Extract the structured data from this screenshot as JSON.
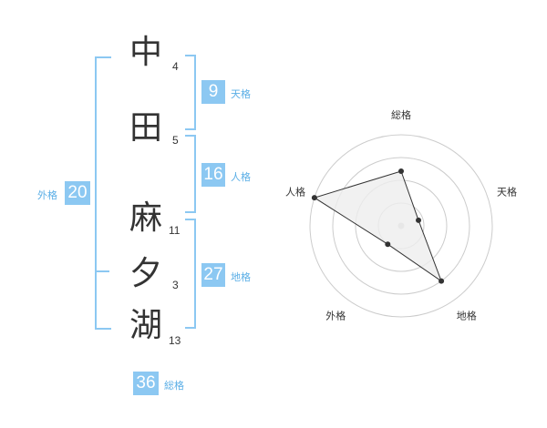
{
  "name": {
    "chars": [
      {
        "char": "中",
        "strokes": "4"
      },
      {
        "char": "田",
        "strokes": "5"
      },
      {
        "char": "麻",
        "strokes": "11"
      },
      {
        "char": "夕",
        "strokes": "3"
      },
      {
        "char": "湖",
        "strokes": "13"
      }
    ]
  },
  "fortunes": {
    "tenkaku": {
      "value": "9",
      "label": "天格"
    },
    "jinkaku": {
      "value": "16",
      "label": "人格"
    },
    "chikaku": {
      "value": "27",
      "label": "地格"
    },
    "gaikaku": {
      "value": "20",
      "label": "外格"
    },
    "soukaku": {
      "value": "36",
      "label": "総格"
    }
  },
  "chart_data": {
    "type": "radar",
    "axes": [
      "総格",
      "天格",
      "地格",
      "外格",
      "人格"
    ],
    "values": [
      0.6,
      0.2,
      0.75,
      0.25,
      1.0
    ],
    "colors": {
      "fill": "#eeeeee",
      "stroke": "#333333",
      "grid": "#cccccc",
      "point": "#333333",
      "center": "#cccccc"
    }
  }
}
